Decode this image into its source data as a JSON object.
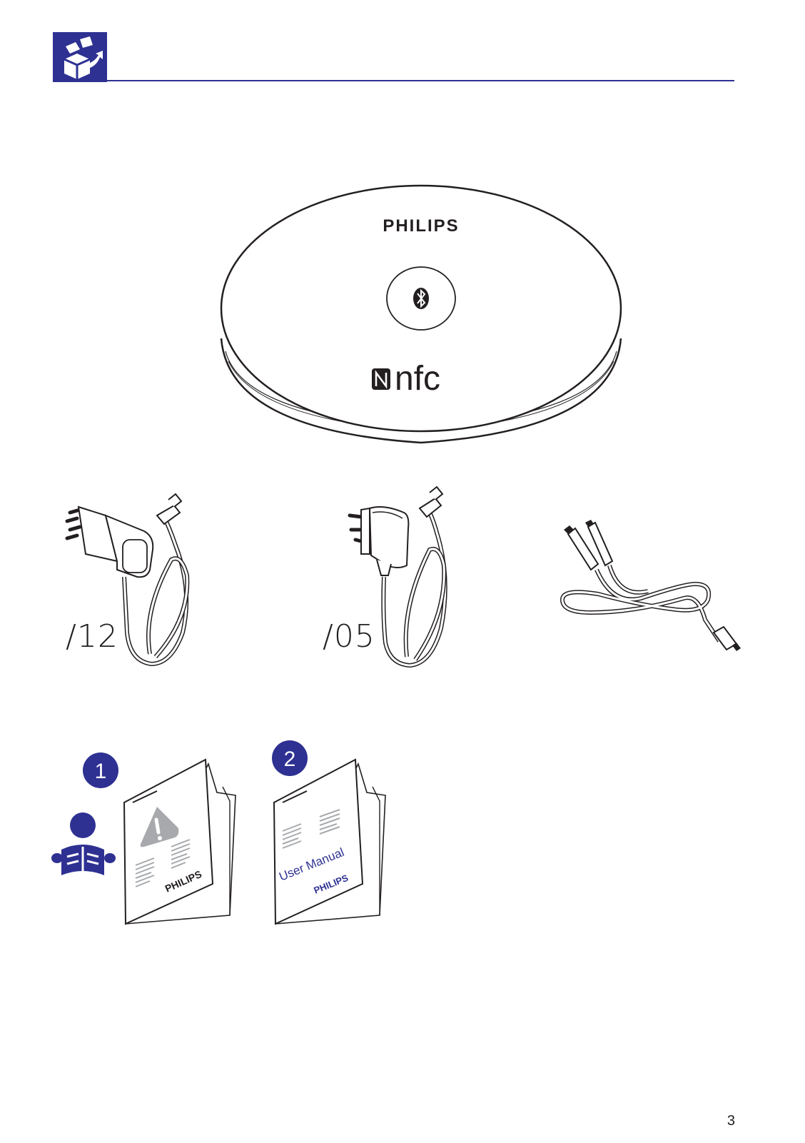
{
  "header": {
    "icon": "box-unpack-icon",
    "color": "#2e3192"
  },
  "device": {
    "brand": "PHILIPS",
    "center_icon": "bluetooth-icon",
    "nfc_logo_text": "nfc",
    "nfc_icon": "nfc-n-icon"
  },
  "accessories": [
    {
      "name": "eu-power-adapter",
      "variant_label": "/12"
    },
    {
      "name": "uk-power-adapter",
      "variant_label": "/05"
    },
    {
      "name": "audio-cable",
      "variant_label": ""
    }
  ],
  "documents": [
    {
      "number": "1",
      "brand": "PHILIPS",
      "icon": "warning-icon"
    },
    {
      "number": "2",
      "brand": "PHILIPS",
      "title": "User Manual"
    }
  ],
  "reader_icon": "person-reading-icon",
  "page_number": "3",
  "colors": {
    "accent": "#2e3192",
    "line": "#231f20",
    "warning_gray": "#a7a9ac"
  }
}
